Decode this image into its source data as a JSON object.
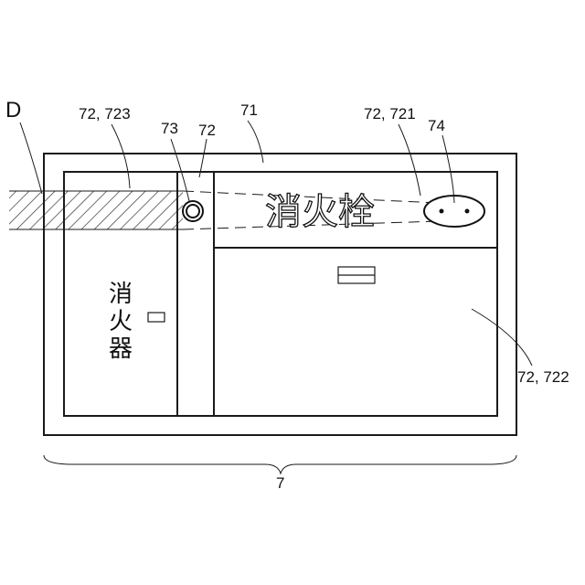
{
  "labels": {
    "d": "D",
    "l72_723": "72, 723",
    "l73": "73",
    "l72": "72",
    "l71": "71",
    "l72_721": "72, 721",
    "l74": "74",
    "l72_722": "72, 722",
    "l7": "7"
  },
  "signs": {
    "hydrant": "消火栓",
    "extinguisher_1": "消",
    "extinguisher_2": "火",
    "extinguisher_3": "器"
  }
}
